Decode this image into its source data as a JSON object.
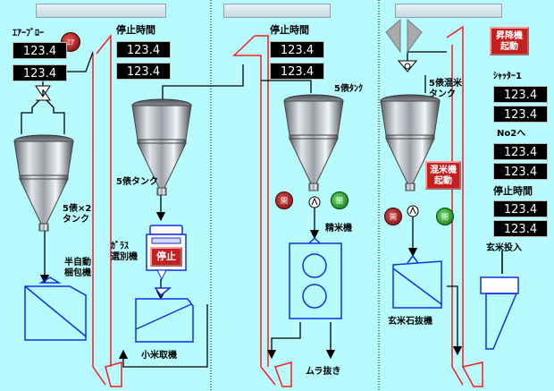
{
  "panels": {
    "p1": {
      "air_blow_label": "ｴｱｰﾌﾞﾛｰ",
      "air_blow_lamp": "ｴｱ",
      "value_1": "123.4",
      "value_2": "123.4",
      "tank_label": "5俵×2\nタンク",
      "packer_label": "半自動\n梱包機"
    },
    "p2": {
      "stop_time_label": "停止時間",
      "value_1": "123.4",
      "value_2": "123.4",
      "tank_label": "5俵タンク",
      "glass_sorter_label": "ｶﾞﾗｽ\n選別機",
      "stop_button": "停止",
      "small_rice_label": "小米取機"
    },
    "p3": {
      "stop_time_label": "停止時間",
      "value_1": "123.4",
      "value_2": "123.4",
      "tank_label": "5俵ﾀﾝｸ",
      "lamp_red": "開",
      "lamp_green": "閉",
      "polisher_label": "精米機",
      "mura_label": "ムラ抜き"
    },
    "p4": {
      "tank_label": "5俵混米\nタンク",
      "mix_button": "混米機\n起動",
      "lamp_red": "開",
      "lamp_green": "閉",
      "stone_remover_label": "玄米石抜機"
    },
    "right": {
      "elevator_button": "昇降機\n起動",
      "shutter_label": "ｼｬｯﾀｰ1",
      "value_1": "123.4",
      "value_2": "123.4",
      "no2_label": "No2へ",
      "value_3": "123.4",
      "value_4": "123.4",
      "stop_time_label": "停止時間",
      "value_5": "123.4",
      "value_6": "123.4",
      "brown_rice_input_label": "玄米投入"
    }
  },
  "colors": {
    "background": "#b7fbff",
    "elevator": "#ff1a1a",
    "machine": "#1030e0",
    "button_red": "#c42020"
  },
  "icons": [
    "hopper-tank-icon",
    "diverter-valve-icon",
    "chute-direction-icon",
    "lamp-icon",
    "arrow-icon"
  ]
}
